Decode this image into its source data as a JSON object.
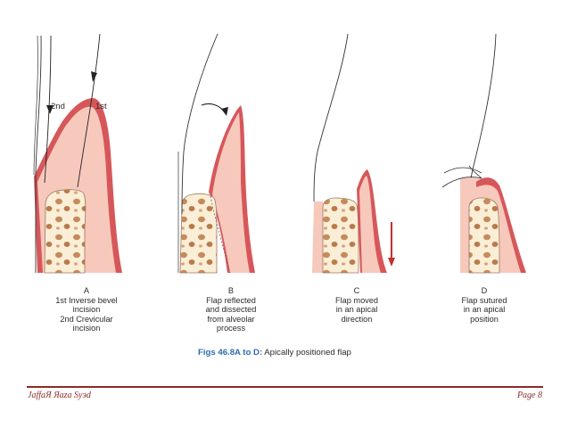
{
  "panels": {
    "a": {
      "letter": "A",
      "lines": [
        "1st Inverse bevel",
        "incision",
        "2nd Crevicular",
        "incision"
      ],
      "incision_labels": [
        "2nd",
        "1st"
      ]
    },
    "b": {
      "letter": "B",
      "lines": [
        "Flap reflected",
        "and dissected",
        "from alveolar",
        "process"
      ]
    },
    "c": {
      "letter": "C",
      "lines": [
        "Flap moved",
        "in an apical",
        "direction"
      ]
    },
    "d": {
      "letter": "D",
      "lines": [
        "Flap sutured",
        "in an apical",
        "position"
      ]
    }
  },
  "figure_caption": {
    "label": "Figs 46.8A to D:",
    "text": " Apically positioned flap"
  },
  "footer": {
    "author": "JaffaЯ Яaza Syэd",
    "page": "Page 8"
  },
  "colors": {
    "gingiva_red": "#d6575a",
    "flap_pink": "#f7c8bc",
    "bone_fill": "#fbeed7",
    "bone_spot": "#c58b5b",
    "arrow_red": "#c33030",
    "caption_blue": "#2e6cb0",
    "footer_rule": "#8b2b2b"
  }
}
